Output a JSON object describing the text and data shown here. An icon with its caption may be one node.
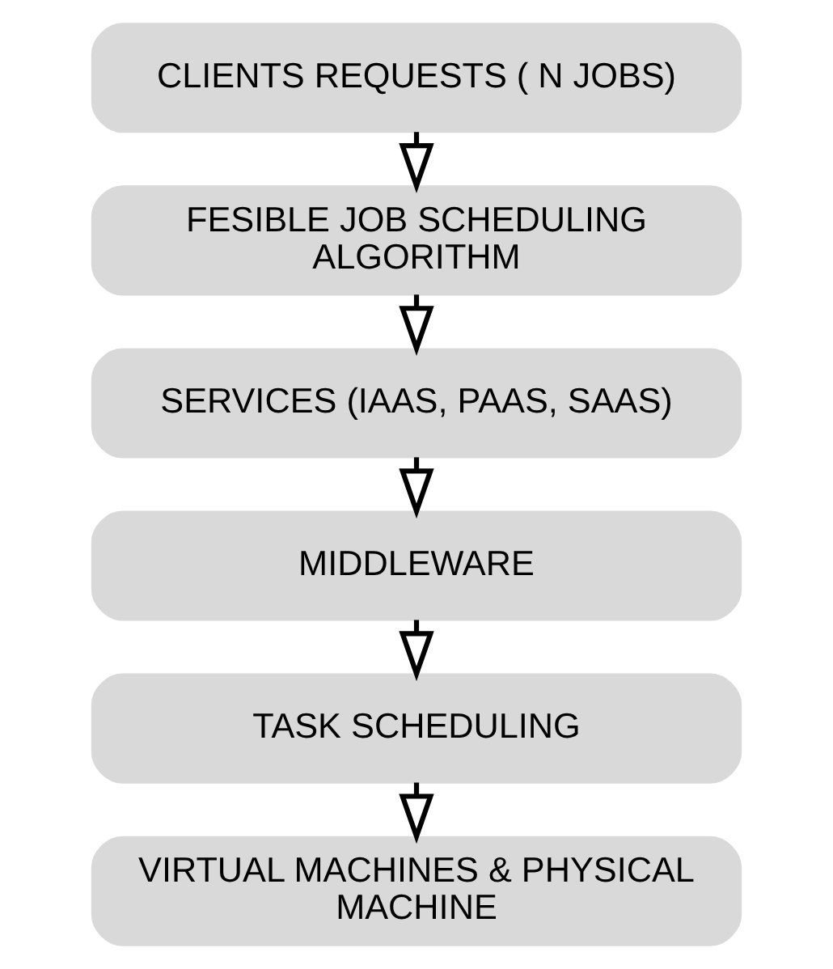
{
  "diagram": {
    "nodes": [
      {
        "text": [
          "CLIENTS REQUESTS ( N JOBS)"
        ]
      },
      {
        "text": [
          "FESIBLE JOB SCHEDULING ALGORITHM"
        ]
      },
      {
        "text": [
          "SERVICES (IAAS, PAAS, SAAS)"
        ]
      },
      {
        "text": [
          "MIDDLEWARE"
        ]
      },
      {
        "text": [
          "TASK SCHEDULING"
        ]
      },
      {
        "text": [
          "VIRTUAL MACHINES & PHYSICAL MACHINE"
        ]
      }
    ],
    "edges": [
      {
        "from": 0,
        "to": 1,
        "arrow": "to"
      },
      {
        "from": 1,
        "to": 2,
        "arrow": "to"
      },
      {
        "from": 2,
        "to": 3,
        "arrow": "to"
      },
      {
        "from": 3,
        "to": 4,
        "arrow": "to"
      },
      {
        "from": 4,
        "to": 5,
        "arrow": "to"
      }
    ]
  }
}
